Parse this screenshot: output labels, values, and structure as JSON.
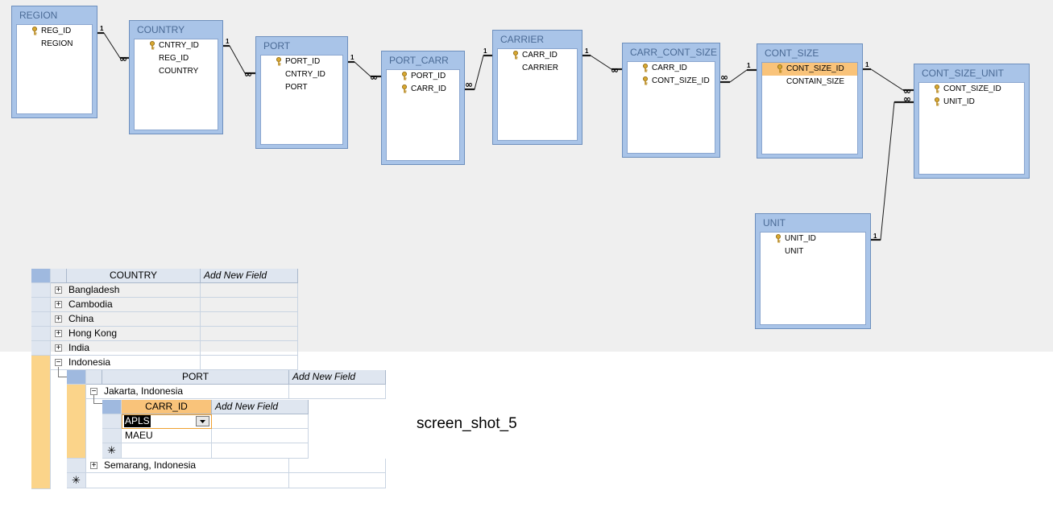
{
  "diagram": {
    "tables": [
      {
        "id": "region",
        "title": "REGION",
        "fields": [
          {
            "name": "REG_ID",
            "key": true
          },
          {
            "name": "REGION",
            "key": false
          }
        ]
      },
      {
        "id": "country",
        "title": "COUNTRY",
        "fields": [
          {
            "name": "CNTRY_ID",
            "key": true
          },
          {
            "name": "REG_ID",
            "key": false
          },
          {
            "name": "COUNTRY",
            "key": false
          }
        ]
      },
      {
        "id": "port",
        "title": "PORT",
        "fields": [
          {
            "name": "PORT_ID",
            "key": true
          },
          {
            "name": "CNTRY_ID",
            "key": false
          },
          {
            "name": "PORT",
            "key": false
          }
        ]
      },
      {
        "id": "port_carr",
        "title": "PORT_CARR",
        "fields": [
          {
            "name": "PORT_ID",
            "key": true
          },
          {
            "name": "CARR_ID",
            "key": true
          }
        ]
      },
      {
        "id": "carrier",
        "title": "CARRIER",
        "fields": [
          {
            "name": "CARR_ID",
            "key": true
          },
          {
            "name": "CARRIER",
            "key": false
          }
        ]
      },
      {
        "id": "carr_cont_size",
        "title": "CARR_CONT_SIZE",
        "fields": [
          {
            "name": "CARR_ID",
            "key": true
          },
          {
            "name": "CONT_SIZE_ID",
            "key": true
          }
        ]
      },
      {
        "id": "cont_size",
        "title": "CONT_SIZE",
        "fields": [
          {
            "name": "CONT_SIZE_ID",
            "key": true,
            "selected": true
          },
          {
            "name": "CONTAIN_SIZE",
            "key": false
          }
        ]
      },
      {
        "id": "cont_size_unit",
        "title": "CONT_SIZE_UNIT",
        "fields": [
          {
            "name": "CONT_SIZE_ID",
            "key": true
          },
          {
            "name": "UNIT_ID",
            "key": true
          }
        ]
      },
      {
        "id": "unit",
        "title": "UNIT",
        "fields": [
          {
            "name": "UNIT_ID",
            "key": true
          },
          {
            "name": "UNIT",
            "key": false
          }
        ]
      }
    ],
    "one_label": "1",
    "many_label": "∞"
  },
  "datasheet": {
    "country_header": "COUNTRY",
    "add_field": "Add New Field",
    "countries": [
      "Bangladesh",
      "Cambodia",
      "China",
      "Hong Kong",
      "India",
      "Indonesia"
    ],
    "port_header": "PORT",
    "ports": [
      "Jakarta, Indonesia",
      "Semarang, Indonesia"
    ],
    "carr_header": "CARR_ID",
    "carriers": [
      "APLS",
      "MAEU"
    ],
    "new_record_glyph": "✳",
    "expand_glyph": "+",
    "collapse_glyph": "−"
  },
  "caption": "screen_shot_5"
}
